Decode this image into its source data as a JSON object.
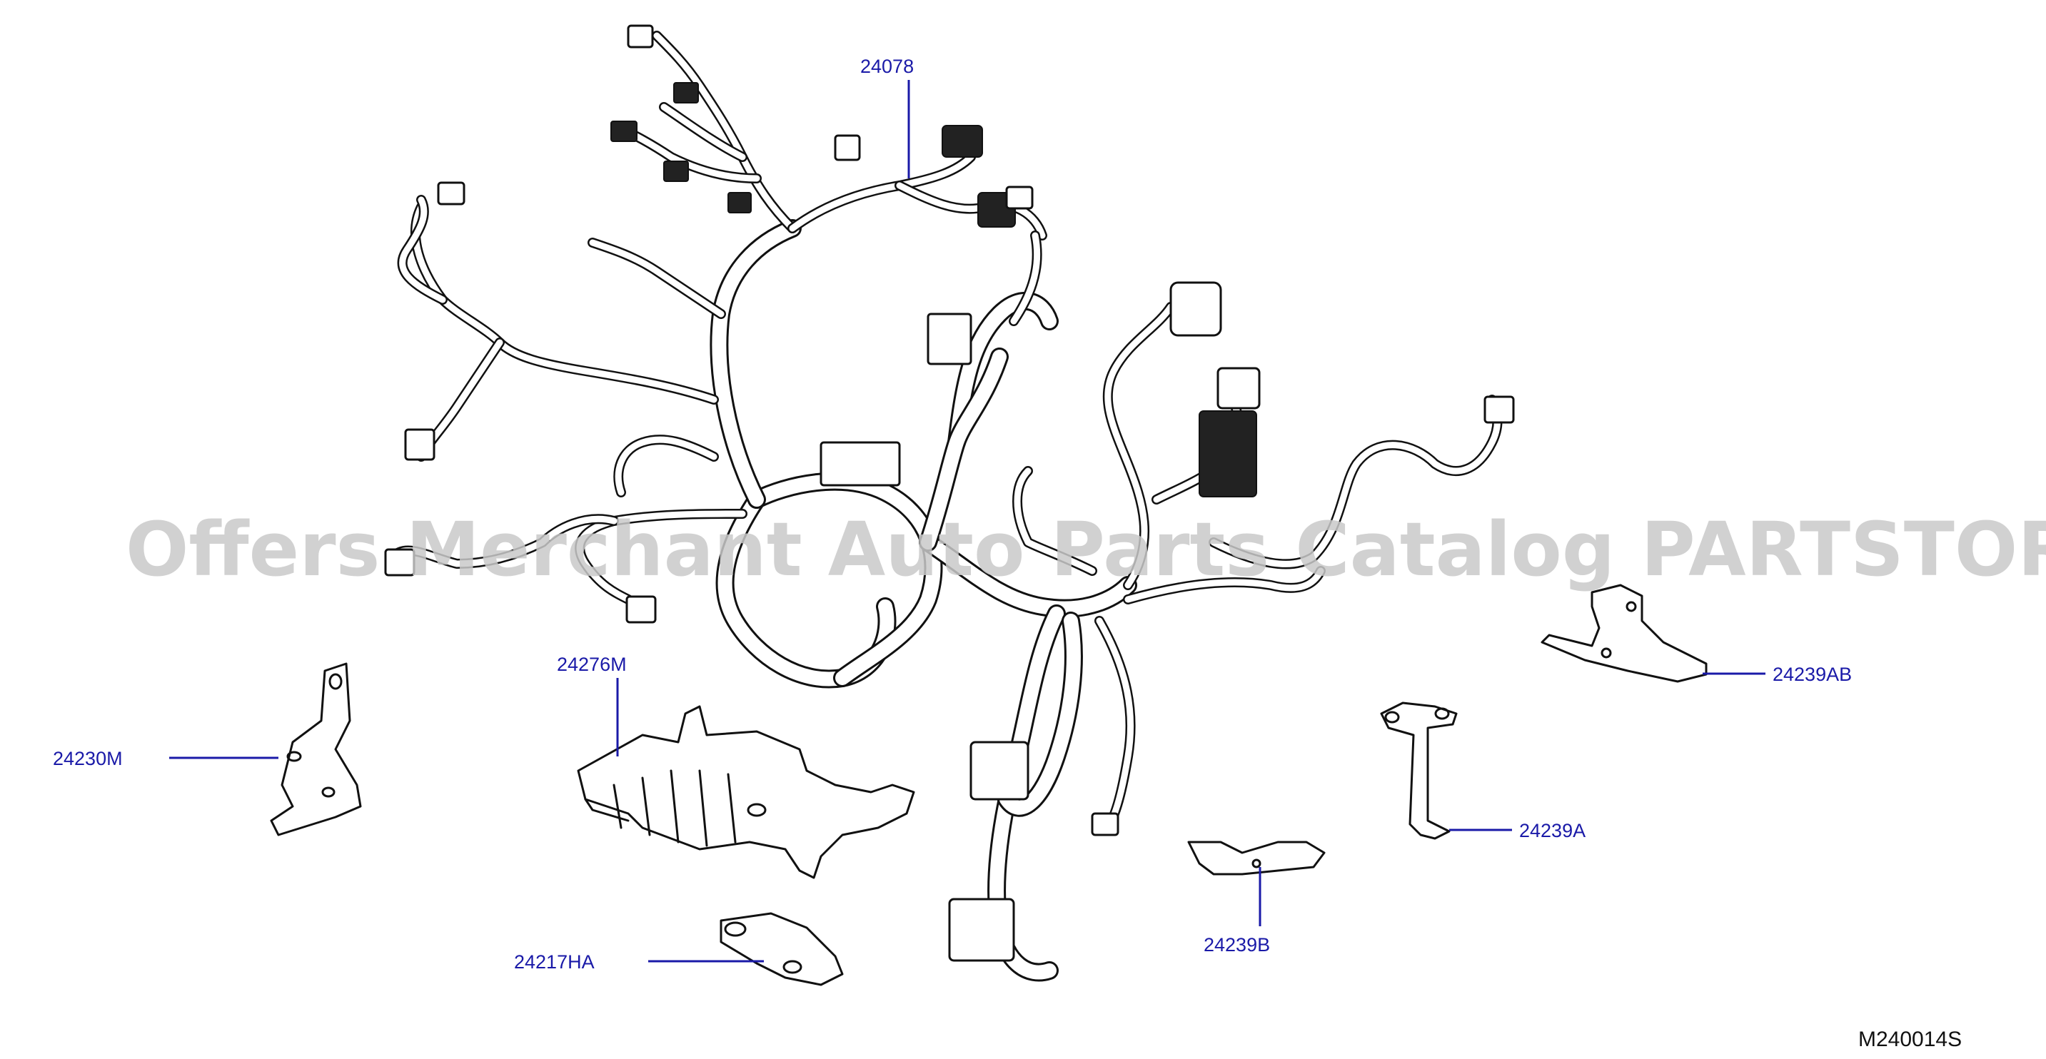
{
  "callouts": {
    "c24078": "24078",
    "c24276M": "24276M",
    "c24230M": "24230M",
    "c24217HA": "24217HA",
    "c24239B": "24239B",
    "c24239A": "24239A",
    "c24239AB": "24239AB"
  },
  "watermark": "Offers Merchant Auto Parts Catalog PARTSTORE.SA",
  "diagram_code": "M240014S",
  "colors": {
    "callout": "#1a1aa8",
    "line": "#111111",
    "watermark": "#c9c9c9"
  }
}
